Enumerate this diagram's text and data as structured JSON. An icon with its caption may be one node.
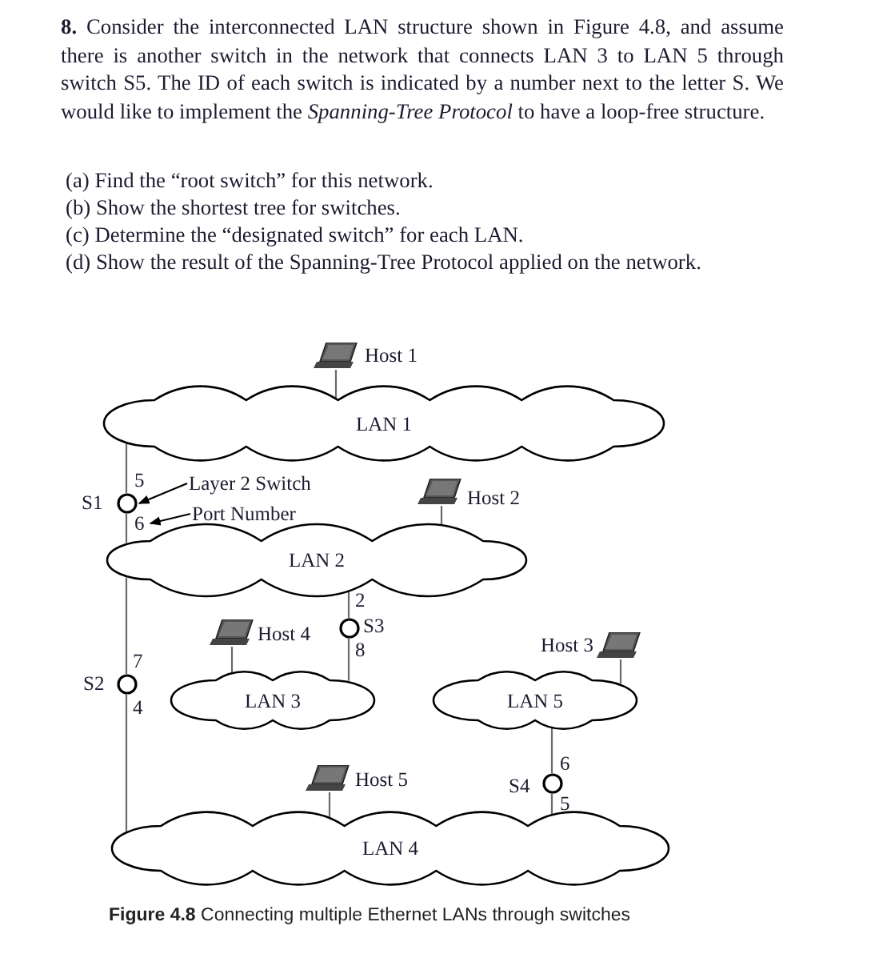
{
  "diagram": {
    "caption": "**Figure 4.8** Connecting multiple Ethernet LANs through switches",
    "nodes": [
      {
        "text": [
          "LAN 1"
        ]
      },
      {
        "text": [
          "LAN 2"
        ]
      },
      {
        "text": [
          "LAN 3"
        ]
      },
      {
        "text": [
          "LAN 5"
        ]
      },
      {
        "text": [
          "LAN 4"
        ]
      },
      {
        "text": [],
        "shape": "picture",
        "beside": [
          "Host 1"
        ]
      },
      {
        "text": [],
        "shape": "picture",
        "beside": [
          "Host 2"
        ]
      },
      {
        "text": [],
        "shape": "picture",
        "beside": [
          "Host 4"
        ]
      },
      {
        "text": [],
        "shape": "picture",
        "beside": [
          "Host 3"
        ]
      },
      {
        "text": [],
        "shape": "picture",
        "beside": [
          "Host 5"
        ]
      },
      {
        "text": [],
        "shape": "circle",
        "beside": [
          "S1",
          "5"
        ]
      },
      {
        "text": [
          "6"
        ]
      },
      {
        "text": [
          "Layer 2 Switch"
        ]
      },
      {
        "text": [
          "Port Number"
        ]
      },
      {
        "text": [],
        "shape": "circle",
        "beside": [
          "S2",
          "7",
          "4"
        ]
      },
      {
        "text": [],
        "shape": "circle",
        "beside": [
          "S3",
          "2",
          "8"
        ]
      },
      {
        "text": [],
        "shape": "circle",
        "beside": [
          "S4",
          "6",
          "5"
        ]
      }
    ],
    "edges": [
      {
        "from": 5,
        "to": 0,
        "arrow": "none"
      },
      {
        "from": 0,
        "to": 10,
        "arrow": "none"
      },
      {
        "from": 10,
        "to": 1,
        "arrow": "none"
      },
      {
        "from": 6,
        "to": 1,
        "arrow": "none"
      },
      {
        "from": 1,
        "to": 15,
        "arrow": "none"
      },
      {
        "from": 15,
        "to": 2,
        "arrow": "none"
      },
      {
        "from": 7,
        "to": 2,
        "arrow": "none"
      },
      {
        "from": 1,
        "to": 14,
        "arrow": "none"
      },
      {
        "from": 14,
        "to": 4,
        "arrow": "none"
      },
      {
        "from": 8,
        "to": 3,
        "arrow": "none"
      },
      {
        "from": 3,
        "to": 16,
        "arrow": "none"
      },
      {
        "from": 16,
        "to": 4,
        "arrow": "none"
      },
      {
        "from": 9,
        "to": 4,
        "arrow": "none"
      },
      {
        "from": 12,
        "to": 10,
        "arrow": "to",
        "color": "#000000"
      },
      {
        "from": 13,
        "to": 11,
        "arrow": "to",
        "color": "#000000"
      }
    ],
    "labels": [
      "**8.** Consider the interconnected LAN structure shown in Figure 4.8, and assume there is another switch in the network that connects LAN 3 to LAN 5 through switch S5. The ID of each switch is indicated by a number next to the letter S. We would like to implement the *Spanning-Tree Protocol* to have a loop-free structure.",
      "(a) Find the “root switch” for this network.",
      "(b) Show the shortest tree for switches.",
      "(c) Determine the “designated switch” for each LAN.",
      "(d) Show the result of the Spanning-Tree Protocol applied on the network."
    ]
  }
}
